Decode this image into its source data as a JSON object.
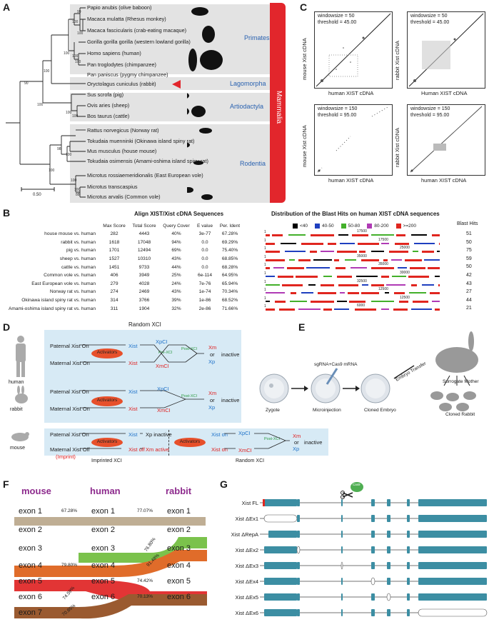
{
  "panelLabels": {
    "a": "A",
    "b": "B",
    "c": "C",
    "d": "D",
    "e": "E",
    "f": "F",
    "g": "G"
  },
  "tree": {
    "species": [
      "Papio anubis (olive baboon)",
      "Macaca mulatta (Rhesus monkey)",
      "Macaca fascicularis (crab-eating macaque)",
      "Gorilla gorilla gorilla (western lowland gorilla)",
      "Homo sapiens (human)",
      "Pan troglodytes (chimpanzee)",
      "Pan paniscus (pygmy chimpanzee)",
      "Oryctolagus cuniculus (rabbit)",
      "Sus scrofa (pig)",
      "Ovis aries (sheep)",
      "Bos taurus (cattle)",
      "Rattus norvegicus (Norway rat)",
      "Tokudaia muenninki (Okinawa island spiny rat)",
      "Mus musculus (house mouse)",
      "Tokudaia osimensis (Amami-oshima island spiny rat)",
      "Microtus rossiaemeridionalis (East European vole)",
      "Microtus transcaspius",
      "Microtus arvalis (Common vole)"
    ],
    "bootstraps": [
      "100",
      "99",
      "100",
      "100",
      "100",
      "100",
      "100",
      "90",
      "100",
      "100",
      "100",
      "98",
      "100",
      "100",
      "100",
      "100",
      "88"
    ],
    "clades": [
      "Primates",
      "Lagomorpha",
      "Artiodactyla",
      "Rodentia"
    ],
    "supergroup": "Mammalia",
    "scale": "0.50"
  },
  "dotplots": [
    {
      "window": "windowsize = 50",
      "threshold": "threshold = 45.00",
      "ylabel": "mouse Xist cDNA",
      "xlabel": "human XIST cDNA"
    },
    {
      "window": "windowsize = 50",
      "threshold": "threshold = 45.00",
      "ylabel": "rabbit Xist cDNA",
      "xlabel": "Human XIST cDNA"
    },
    {
      "window": "windowsize = 150",
      "threshold": "threshold = 95.00",
      "ylabel": "mouse Xist cDNA",
      "xlabel": "human XIST  cDNA"
    },
    {
      "window": "windowsize = 150",
      "threshold": "threshold = 95.00",
      "ylabel": "rabbit Xist cDNA",
      "xlabel": "human XIST cDNA"
    }
  ],
  "align": {
    "title": "Align XIST/Xist cDNA Sequences",
    "headers": [
      "Max Score",
      "Total Score",
      "Query Cover",
      "E value",
      "Per. Ident"
    ],
    "rows": [
      {
        "name": "house mouse vs. human",
        "cells": [
          "282",
          "4443",
          "40%",
          "3e-77",
          "67.28%"
        ]
      },
      {
        "name": "rabbit vs. human",
        "cells": [
          "1618",
          "17048",
          "94%",
          "0.0",
          "69.29%"
        ]
      },
      {
        "name": "pig vs. human",
        "cells": [
          "1701",
          "12494",
          "69%",
          "0.0",
          "75.40%"
        ]
      },
      {
        "name": "sheep vs. human",
        "cells": [
          "1527",
          "10310",
          "43%",
          "0.0",
          "68.85%"
        ]
      },
      {
        "name": "cattle vs. human",
        "cells": [
          "1451",
          "9733",
          "44%",
          "0.0",
          "68.28%"
        ]
      },
      {
        "name": "Common vole vs. human",
        "cells": [
          "406",
          "3949",
          "25%",
          "6e-114",
          "64.95%"
        ]
      },
      {
        "name": "East European vole vs. human",
        "cells": [
          "279",
          "4028",
          "24%",
          "7e-76",
          "65.94%"
        ]
      },
      {
        "name": "Norway rat vs. human",
        "cells": [
          "274",
          "2469",
          "43%",
          "1e-74",
          "70.34%"
        ]
      },
      {
        "name": "Okinawa island spiny rat vs. human",
        "cells": [
          "314",
          "3766",
          "39%",
          "1e-86",
          "68.52%"
        ]
      },
      {
        "name": "Amami-oshima island spiny rat vs. human",
        "cells": [
          "311",
          "1904",
          "32%",
          "2e-86",
          "71.66%"
        ]
      }
    ]
  },
  "blast": {
    "title": "Distribution of the Blast Hits on human XIST cDNA sequences",
    "hitsHeader": "Blast Hits",
    "legend": [
      {
        "label": "<40",
        "color": "#000000"
      },
      {
        "label": "40-50",
        "color": "#1f3fbf"
      },
      {
        "label": "50-80",
        "color": "#43b02a"
      },
      {
        "label": "80-200",
        "color": "#b03ab5"
      },
      {
        "label": ">=200",
        "color": "#e0261f"
      }
    ],
    "rows": [
      {
        "start": "1",
        "end": "17500",
        "hits": "51"
      },
      {
        "start": "1",
        "end": "17500",
        "hits": "50"
      },
      {
        "start": "1",
        "end": "25000",
        "hits": "75"
      },
      {
        "start": "1",
        "end": "35000",
        "hits": "59"
      },
      {
        "start": "1",
        "end": "35000",
        "hits": "50"
      },
      {
        "start": "1",
        "end": "30000",
        "hits": "42"
      },
      {
        "start": "1",
        "end": "32500",
        "hits": "43"
      },
      {
        "start": "1",
        "end": "12500",
        "hits": "27"
      },
      {
        "start": "1",
        "end": "12500",
        "hits": "44"
      },
      {
        "start": "1",
        "end": "6000",
        "hits": "21"
      }
    ]
  },
  "panelD": {
    "randomTitle": "Random XCI",
    "human": "human",
    "rabbit": "rabbit",
    "mouse": "mouse",
    "paternalOn": "Paternal Xist On",
    "maternalOn": "Maternal Xist On",
    "maternalOff": "Maternal Xist Off",
    "imprint": "(Imprint)",
    "activators": "Activators",
    "xist": "Xist",
    "xpci": "XpCI",
    "xmci": "XmCI",
    "prexci": "Pre-XCI",
    "postxci": "Post-XCI",
    "xm": "Xm",
    "xp": "Xp",
    "or": "or",
    "inactive": "inactive",
    "xpInactive": "Xp inactive",
    "xmActive": "Xm active",
    "xistOn": "Xist on",
    "xistOff": "Xist off",
    "imprintedXCI": "Imprinted XCI",
    "randomXCI": "Random XCI"
  },
  "panelE": {
    "zygote": "Zygote",
    "micro": "Microinjection",
    "cloned": "Cloned Embryo",
    "transfer": "Embryo Transfer",
    "surrogate": "Surrogate Mother",
    "rabbit": "Cloned Rabbit",
    "mrna": "sgRNA+Cas9 mRNA"
  },
  "panelF": {
    "headers": [
      "mouse",
      "human",
      "rabbit"
    ],
    "mouse": [
      "exon 1",
      "exon 2",
      "exon 3",
      "exon 4",
      "exon 5",
      "exon 6",
      "exon 7"
    ],
    "human": [
      "exon 1",
      "exon 2",
      "exon 3",
      "exon 4",
      "exon 5",
      "exon 6"
    ],
    "rabbit": [
      "exon 1",
      "exon 2",
      "exon 3",
      "exon 4",
      "exon 5",
      "exon 6"
    ],
    "idents": [
      "67.28%",
      "77.07%",
      "76.80%",
      "79.80%",
      "91.48%",
      "74.59%",
      "74.42%",
      "70.85%",
      "70.13%"
    ]
  },
  "panelG": {
    "rows": [
      "Xist FL",
      "Xist ΔEx1",
      "Xist ΔRepA",
      "Xist ΔEx2",
      "Xist ΔEx3",
      "Xist ΔEx4",
      "Xist ΔEx5",
      "Xist ΔEx6"
    ],
    "cas9": "Cas9"
  }
}
